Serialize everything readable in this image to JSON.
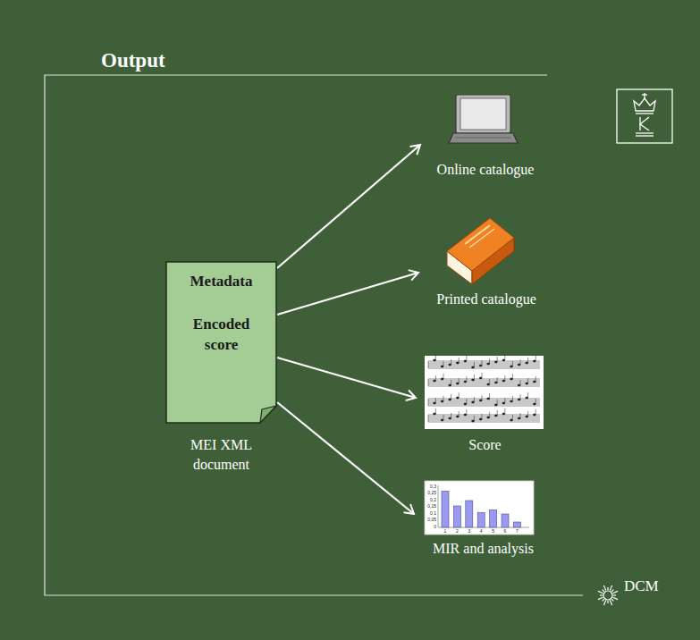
{
  "diagram": {
    "title": "Output",
    "nodes": [
      {
        "text": [
          "Metadata",
          "Encoded score",
          "MEI XML document"
        ]
      },
      {
        "text": [
          "Online catalogue"
        ]
      },
      {
        "text": [
          "Printed catalogue"
        ]
      },
      {
        "text": [
          "Score"
        ]
      },
      {
        "text": [
          "MIR and analysis"
        ]
      }
    ],
    "edges": [
      {
        "from": 0,
        "to": 1,
        "arrow": "to"
      },
      {
        "from": 0,
        "to": 2,
        "arrow": "to"
      },
      {
        "from": 0,
        "to": 3,
        "arrow": "to"
      },
      {
        "from": 0,
        "to": 4,
        "arrow": "to"
      }
    ],
    "labels": [
      "0,3",
      "0,25",
      "0,2",
      "0,15",
      "0,1",
      "0,05",
      "0",
      "1",
      "2",
      "3",
      "4",
      "5",
      "6",
      "7",
      "DCM"
    ]
  }
}
